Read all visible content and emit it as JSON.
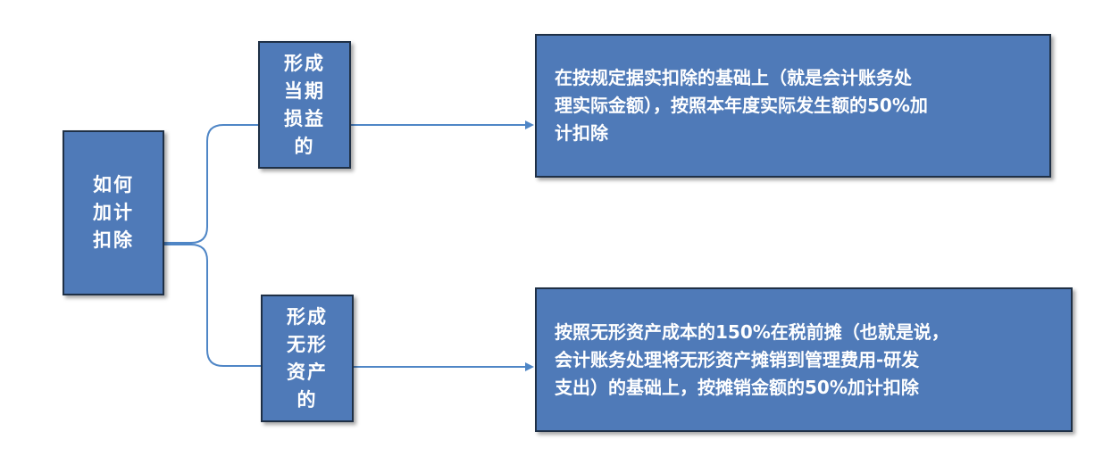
{
  "root": {
    "lines": [
      "如何",
      "加计",
      "扣除"
    ]
  },
  "branches": [
    {
      "lines": [
        "形成",
        "当期",
        "损益",
        "的"
      ],
      "description": [
        "在按规定据实扣除的基础上（就是会计账务处",
        "理实际金额），按照本年度实际发生额的50%加",
        "计扣除"
      ]
    },
    {
      "lines": [
        "形成",
        "无形",
        "资产",
        "的"
      ],
      "description": [
        "按照无形资产成本的150%在税前摊（也就是说，",
        "会计账务处理将无形资产摊销到管理费用-研发",
        "支出）的基础上，按摊销金额的50%加计扣除"
      ]
    }
  ],
  "colors": {
    "box_fill": "#4f7ab8",
    "box_border": "#1f3046",
    "connector": "#4f86c6",
    "text": "#ffffff"
  }
}
